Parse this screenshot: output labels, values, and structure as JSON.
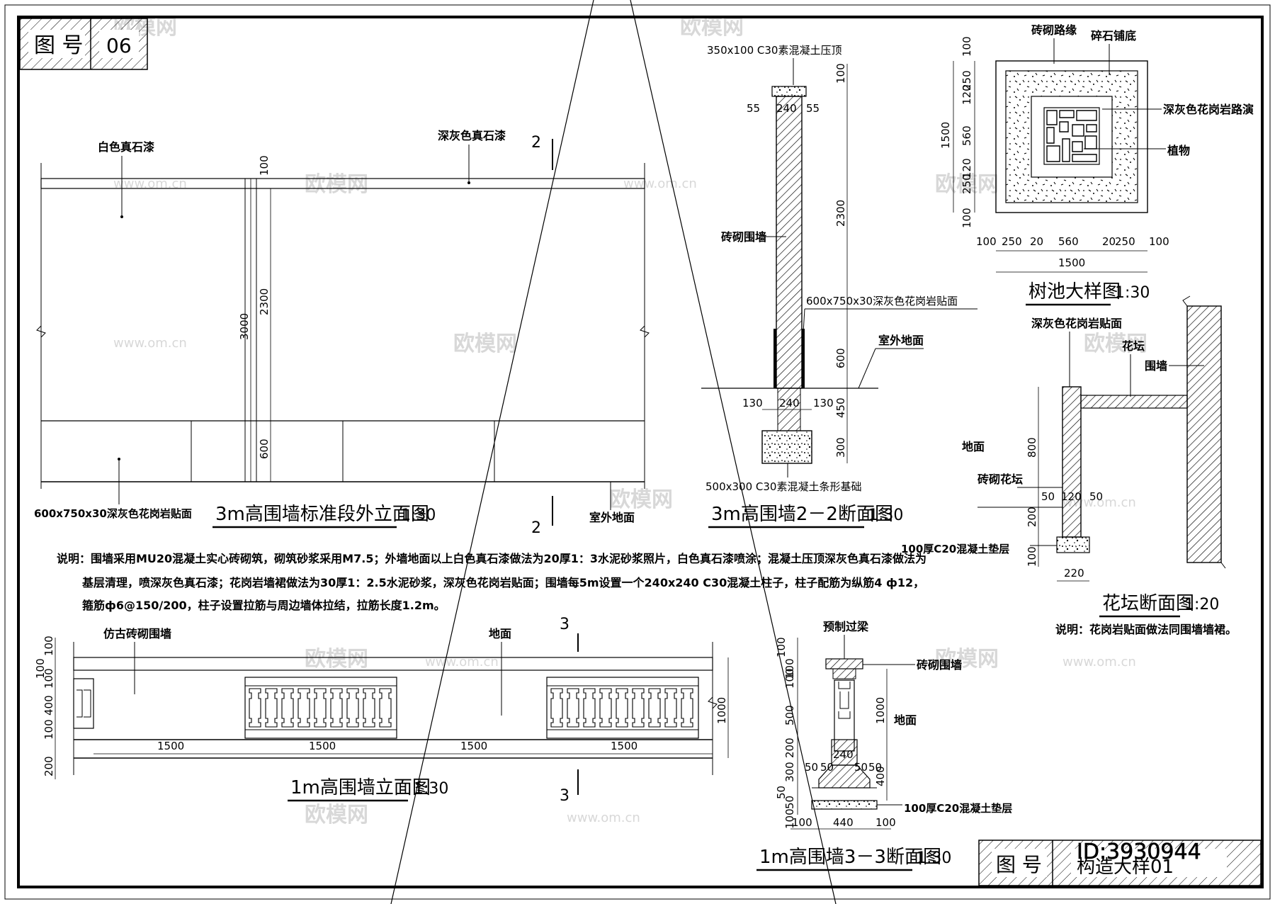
{
  "sheet": {
    "tag_label": "图 号",
    "tag_number": "06",
    "footer_label": "图 号",
    "footer_title": "构造大样01",
    "footer_id": "ID:3930944"
  },
  "watermark": {
    "brand": "欧模网",
    "url": "www.om.cn"
  },
  "elev3m": {
    "title": "3m高围墙标准段外立面图",
    "scale": "1:30",
    "label_white": "白色真石漆",
    "label_grey": "深灰色真石漆",
    "label_granite": "600x750x30深灰色花岗岩贴面",
    "label_ground": "室外地面",
    "dims": {
      "d100": "100",
      "d3000": "3000",
      "d2300": "2300",
      "d600": "600"
    },
    "cut": "2"
  },
  "sec3m": {
    "title": "3m高围墙2－2断面图",
    "scale": "1:30",
    "label_cap": "350x100 C30素混凝土压顶",
    "label_wall": "砖砌围墙",
    "label_granite": "600x750x30深灰色花岗岩贴面",
    "label_ground": "室外地面",
    "label_footing": "500x300 C30素混凝土条形基础",
    "dims": {
      "d55a": "55",
      "d240": "240",
      "d55b": "55",
      "d100": "100",
      "d2300": "2300",
      "d600": "600",
      "d450": "450",
      "d300": "300",
      "d130a": "130",
      "d240b": "240",
      "d130b": "130"
    }
  },
  "treepit": {
    "title": "树池大样图",
    "scale": "1:30",
    "label_curb": "砖砌路缘",
    "label_gravel": "碎石铺底",
    "label_granite": "深灰色花岗岩路演",
    "label_plant": "植物",
    "dims_v": [
      "100",
      "250",
      "120",
      "560",
      "120",
      "250",
      "100"
    ],
    "dim_total_v": "1500",
    "dims_h": [
      "100",
      "250",
      "20",
      "560",
      "20",
      "250",
      "100"
    ],
    "dim_total_h": "1500"
  },
  "bed": {
    "title": "花坛断面图",
    "scale": "1:20",
    "label_top": "深灰色花岗岩贴面",
    "label_bed": "花坛",
    "label_wall": "围墙",
    "label_ground": "地面",
    "label_brick": "砖砌花坛",
    "label_pad": "100厚C20混凝土垫层",
    "dims": {
      "d800": "800",
      "d50a": "50",
      "d120": "120",
      "d50b": "50",
      "d200": "200",
      "d100": "100",
      "d220": "220"
    },
    "note": "说明：花岗岩贴面做法同围墙墙裙。"
  },
  "notes": {
    "line1": "说明：围墙采用MU20混凝土实心砖砌筑，砌筑砂浆采用M7.5；外墙地面以上白色真石漆做法为20厚1：3水泥砂浆照片，白色真石漆喷涂；混凝土压顶深灰色真石漆做法为",
    "line2": "基层清理，喷深灰色真石漆；花岗岩墙裙做法为30厚1：2.5水泥砂浆，深灰色花岗岩贴面；围墙每5m设置一个240x240  C30混凝土柱子，柱子配筋为纵筋4 ф12，",
    "line3": "箍筋ф6@150/200，柱子设置拉筋与周边墙体拉结，拉筋长度1.2m。"
  },
  "elev1m": {
    "title": "1m高围墙立面图",
    "scale": "1:30",
    "label_wall": "仿古砖砌围墙",
    "label_ground": "地面",
    "dims_h": [
      "1500",
      "1500",
      "1500",
      "1500"
    ],
    "dims_left_a": [
      "100"
    ],
    "dims_left_b": [
      "100",
      "100",
      "400",
      "100",
      "200"
    ],
    "dim_right": "1000",
    "cut": "3"
  },
  "sec1m": {
    "title": "1m高围墙3－3断面图",
    "scale": "1:30",
    "label_beam": "预制过梁",
    "label_wall": "砖砌围墙",
    "label_ground": "地面",
    "label_pad": "100厚C20混凝土垫层",
    "dims": {
      "d100a": "100",
      "d100b": "100",
      "d100c": "100",
      "d500": "500",
      "d200": "200",
      "d300": "300",
      "d50a": "50",
      "d50b": "50",
      "d100d": "100",
      "d1000": "1000",
      "d400": "400",
      "d240": "240",
      "d50c": "50",
      "d50d": "50",
      "d50e": "50",
      "d50f": "50",
      "d100e": "100",
      "d440": "440",
      "d100f": "100"
    }
  }
}
